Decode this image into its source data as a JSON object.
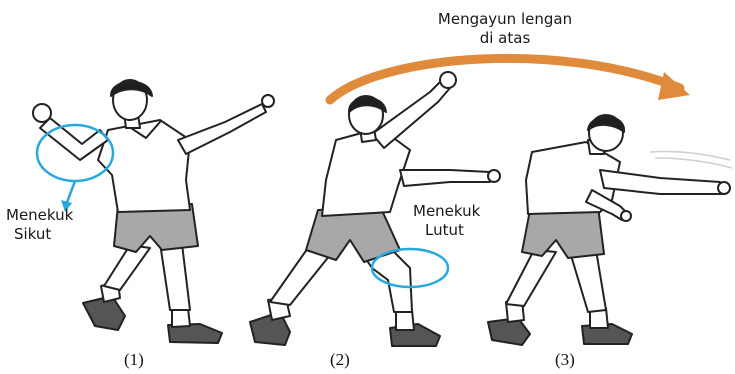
{
  "title": {
    "line1": "Mengayun lengan",
    "line2": "di atas"
  },
  "annotations": {
    "elbow": {
      "line1": "Menekuk",
      "line2": "Sikut"
    },
    "knee": {
      "line1": "Menekuk",
      "line2": "Lutut"
    }
  },
  "steps": [
    {
      "label": "(1)"
    },
    {
      "label": "(2)"
    },
    {
      "label": "(3)"
    }
  ],
  "colors": {
    "arrow": "#e08a3c",
    "highlight": "#29a7df",
    "outline": "#222222",
    "shorts": "#a8a8a8",
    "skin": "#ffffff",
    "hair": "#1f1f1f"
  },
  "icons": {
    "swing_arrow": "curved-arrow-icon",
    "highlight": "circle-highlight"
  }
}
